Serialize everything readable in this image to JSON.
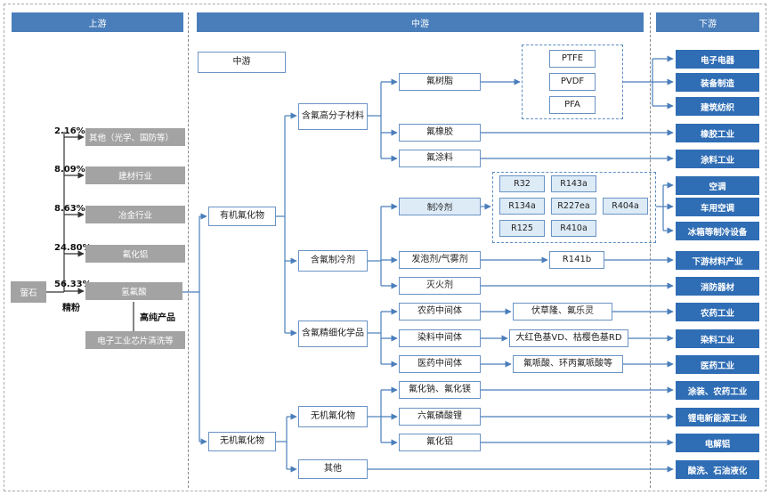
{
  "headers": {
    "upstream": "上游",
    "midstream": "中游",
    "downstream": "下游"
  },
  "upstream": {
    "source": "萤石",
    "percentages": [
      "2.16%",
      "8.09%",
      "8.63%",
      "24.80%",
      "56.33%"
    ],
    "uses": [
      "其他（光学、国防等）",
      "建材行业",
      "冶金行业",
      "氟化铝",
      "氢氟酸"
    ],
    "refined_label": "精粉",
    "high_purity_label": "高纯产品",
    "electronics": "电子工业芯片清洗等"
  },
  "midstream": {
    "label": "中游",
    "organic": "有机氟化物",
    "inorganic": "无机氟化物",
    "polymers": {
      "title": "含氟高分子材料",
      "items": [
        "氟树脂",
        "氟橡胶",
        "氟涂料"
      ],
      "resins": [
        "PTFE",
        "PVDF",
        "PFA"
      ]
    },
    "refrigerants": {
      "title": "含氟制冷剂",
      "items": [
        "制冷剂",
        "发泡剂/气雾剂",
        "灭火剂"
      ],
      "codes": [
        "R32",
        "R143a",
        "R134a",
        "R227ea",
        "R404a",
        "R125",
        "R410a"
      ],
      "foam_product": "R141b"
    },
    "fine_chem": {
      "title": "含氟精细化学品",
      "items": [
        "农药中间体",
        "染料中间体",
        "医药中间体"
      ],
      "products": [
        "伏草隆、氟乐灵",
        "大红色基VD、枯樱色基RD",
        "氟哌酸、环丙氟哌酸等"
      ]
    },
    "inorganic_group": {
      "title": "无机氟化物",
      "items": [
        "氟化钠、氟化镁",
        "六氟磷酸锂",
        "氟化铝"
      ],
      "other": "其他"
    }
  },
  "downstream": {
    "items": [
      "电子电器",
      "装备制造",
      "建筑纺织",
      "橡胶工业",
      "涂料工业",
      "空调",
      "车用空调",
      "冰箱等制冷设备",
      "下游材料产业",
      "消防器材",
      "农药工业",
      "染料工业",
      "医药工业",
      "涂装、农药工业",
      "锂电新能源工业",
      "电解铝",
      "酸洗、石油液化"
    ]
  }
}
